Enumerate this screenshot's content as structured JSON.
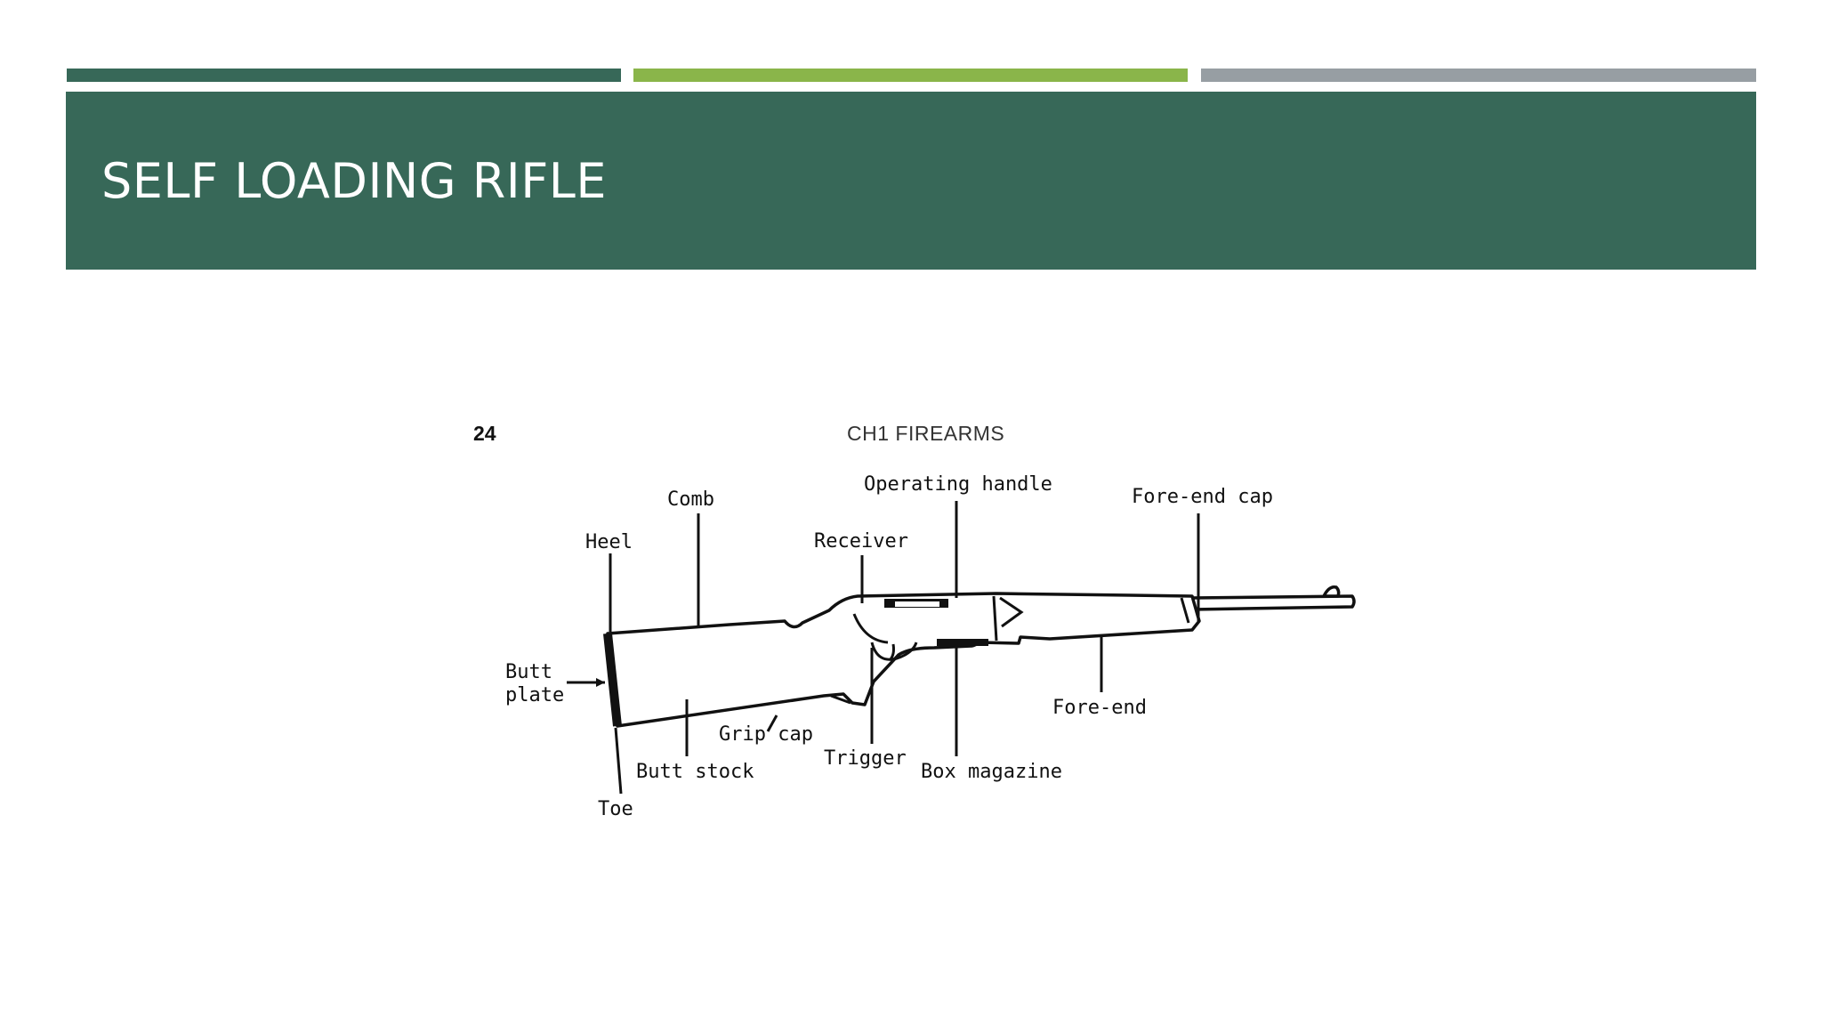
{
  "slide": {
    "title": "SELF LOADING RIFLE",
    "accent_colors": [
      "#376858",
      "#8ab54a",
      "#979ea3"
    ],
    "title_band_color": "#376858"
  },
  "figure": {
    "page_number": "24",
    "running_head": "CH1   FIREARMS",
    "labels": {
      "comb": "Comb",
      "heel": "Heel",
      "operating_handle": "Operating handle",
      "receiver": "Receiver",
      "fore_end_cap": "Fore-end cap",
      "butt_plate_line1": "Butt",
      "butt_plate_line2": "plate",
      "grip_cap": "Grip cap",
      "butt_stock": "Butt stock",
      "toe": "Toe",
      "trigger": "Trigger",
      "box_magazine": "Box magazine",
      "fore_end": "Fore-end"
    }
  }
}
